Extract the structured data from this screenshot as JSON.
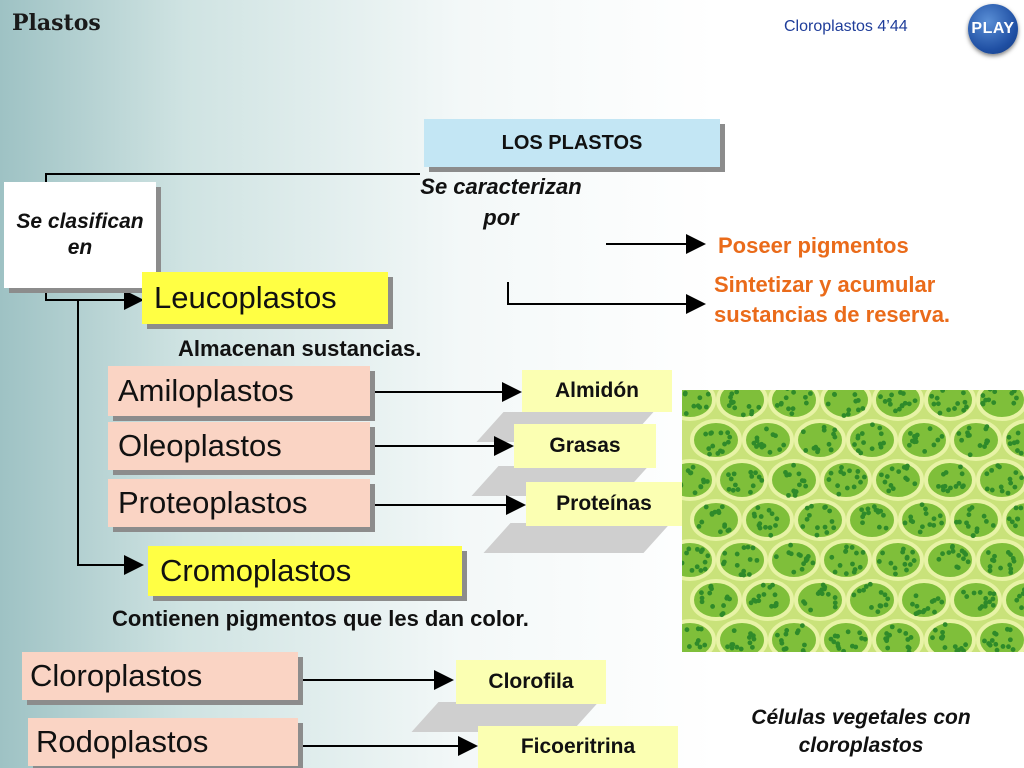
{
  "header": {
    "title": "Plastos",
    "slide_label": "Cloroplastos 4’44",
    "play_label": "PLAY"
  },
  "root": {
    "label": "LOS PLASTOS"
  },
  "classify": {
    "label": "Se clasifican en"
  },
  "characterize": {
    "label": "Se caracterizan por",
    "traits": [
      "Poseer pigmentos",
      "Sintetizar y acumular sustancias de reserva."
    ]
  },
  "leucoplastos": {
    "label": "Leucoplastos",
    "note": "Almacenan sustancias.",
    "types": [
      {
        "label": "Amiloplastos",
        "product": "Almidón"
      },
      {
        "label": "Oleoplastos",
        "product": "Grasas"
      },
      {
        "label": "Proteoplastos",
        "product": "Proteínas"
      }
    ]
  },
  "cromoplastos": {
    "label": "Cromoplastos",
    "note": "Contienen pigmentos que les dan color.",
    "types": [
      {
        "label": "Cloroplastos",
        "product": "Clorofila"
      },
      {
        "label": "Rodoplastos",
        "product": "Ficoeritrina"
      }
    ]
  },
  "figure": {
    "caption": "Células vegetales con cloroplastos"
  },
  "colors": {
    "accent_orange": "#ea6b1a",
    "yellow_box": "#ffff44",
    "pink_box": "#fad4c4",
    "lime_box": "#fbffb2",
    "blue_box": "#c3e6f4"
  }
}
